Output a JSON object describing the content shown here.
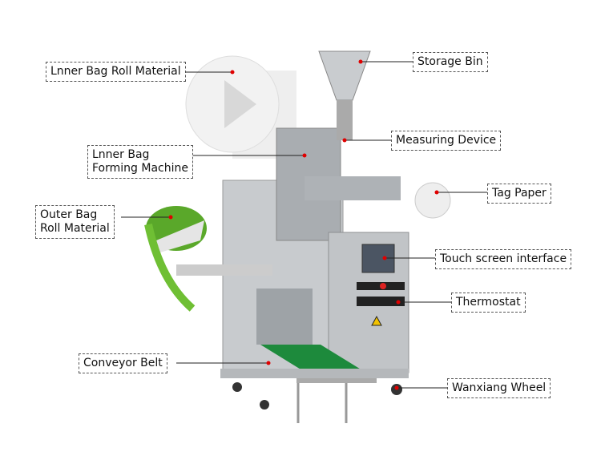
{
  "title": "Tea bag packing machine components",
  "labels": {
    "inner_roll": "Lnner Bag Roll Material",
    "inner_forming_1": "Lnner Bag",
    "inner_forming_2": "Forming Machine",
    "outer_roll_1": "Outer Bag",
    "outer_roll_2": "Roll Material",
    "conveyor": "Conveyor Belt",
    "storage_bin": "Storage Bin",
    "measuring": "Measuring Device",
    "tag_paper": "Tag Paper",
    "touch_screen": "Touch screen interface",
    "thermostat": "Thermostat",
    "wheel": "Wanxiang Wheel"
  },
  "colors": {
    "pointer_dot": "#e00000",
    "belt": "#1d8a3c",
    "outer_roll": "#5aa82a",
    "steel": "#b8bcc0"
  }
}
